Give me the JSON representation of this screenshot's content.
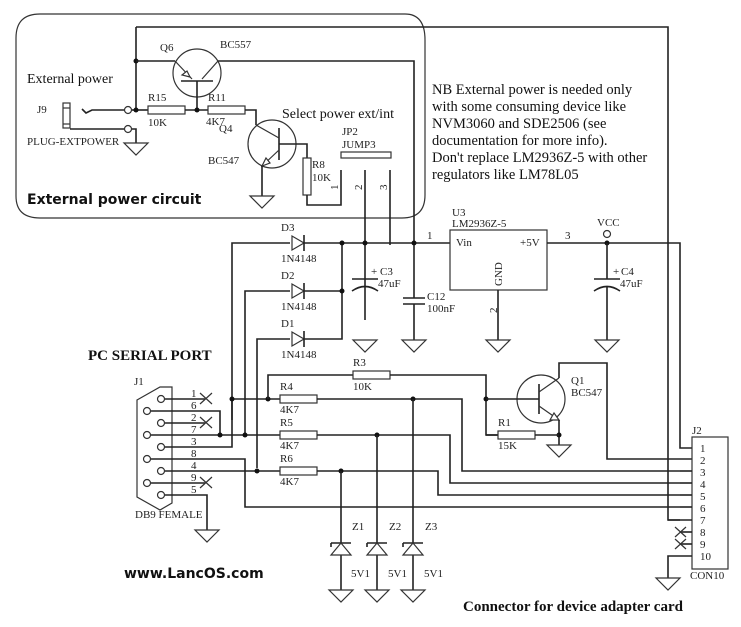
{
  "titles": {
    "external_power_circuit": "External power circuit",
    "pc_serial_port": "PC SERIAL PORT",
    "website": "www.LancOS.com",
    "connector_caption": "Connector for device adapter card",
    "external_power": "External power",
    "select_power": "Select power ext/int"
  },
  "note": [
    "NB External power is needed only",
    " with some consuming device like",
    " NVM3060 and SDE2506 (see",
    " documentation for more info).",
    "Don't replace LM2936Z-5 with other",
    " regulators like LM78L05"
  ],
  "components": {
    "J9": {
      "ref": "J9",
      "value": "PLUG-EXTPOWER"
    },
    "Q6": {
      "ref": "Q6",
      "value": "BC557"
    },
    "Q4": {
      "ref": "Q4",
      "value": "BC547"
    },
    "Q1": {
      "ref": "Q1",
      "value": "BC547"
    },
    "R15": {
      "ref": "R15",
      "value": "10K"
    },
    "R11": {
      "ref": "R11",
      "value": "4K7"
    },
    "R8": {
      "ref": "R8",
      "value": "10K"
    },
    "R3": {
      "ref": "R3",
      "value": "10K"
    },
    "R4": {
      "ref": "R4",
      "value": "4K7"
    },
    "R5": {
      "ref": "R5",
      "value": "4K7"
    },
    "R6": {
      "ref": "R6",
      "value": "4K7"
    },
    "R1": {
      "ref": "R1",
      "value": "15K"
    },
    "JP2": {
      "ref": "JP2",
      "value": "JUMP3",
      "pins": [
        "1",
        "2",
        "3"
      ]
    },
    "D1": {
      "ref": "D1",
      "value": "1N4148"
    },
    "D2": {
      "ref": "D2",
      "value": "1N4148"
    },
    "D3": {
      "ref": "D3",
      "value": "1N4148"
    },
    "C3": {
      "ref": "C3",
      "value": "47uF",
      "polarity": "+"
    },
    "C4": {
      "ref": "C4",
      "value": "47uF",
      "polarity": "+"
    },
    "C12": {
      "ref": "C12",
      "value": "100nF"
    },
    "U3": {
      "ref": "U3",
      "value": "LM2936Z-5",
      "pin_vin": "Vin",
      "pin_out": "+5V",
      "pin_gnd": "GND",
      "pin1": "1",
      "pin2": "2",
      "pin3": "3"
    },
    "VCC": {
      "label": "VCC"
    },
    "Z1": {
      "ref": "Z1",
      "value": "5V1"
    },
    "Z2": {
      "ref": "Z2",
      "value": "5V1"
    },
    "Z3": {
      "ref": "Z3",
      "value": "5V1"
    },
    "J1": {
      "ref": "J1",
      "value": "DB9 FEMALE",
      "pins": [
        "1",
        "6",
        "2",
        "7",
        "3",
        "8",
        "4",
        "9",
        "5"
      ]
    },
    "J2": {
      "ref": "J2",
      "value": "CON10",
      "pins": [
        "1",
        "2",
        "3",
        "4",
        "5",
        "6",
        "7",
        "8",
        "9",
        "10"
      ]
    }
  }
}
